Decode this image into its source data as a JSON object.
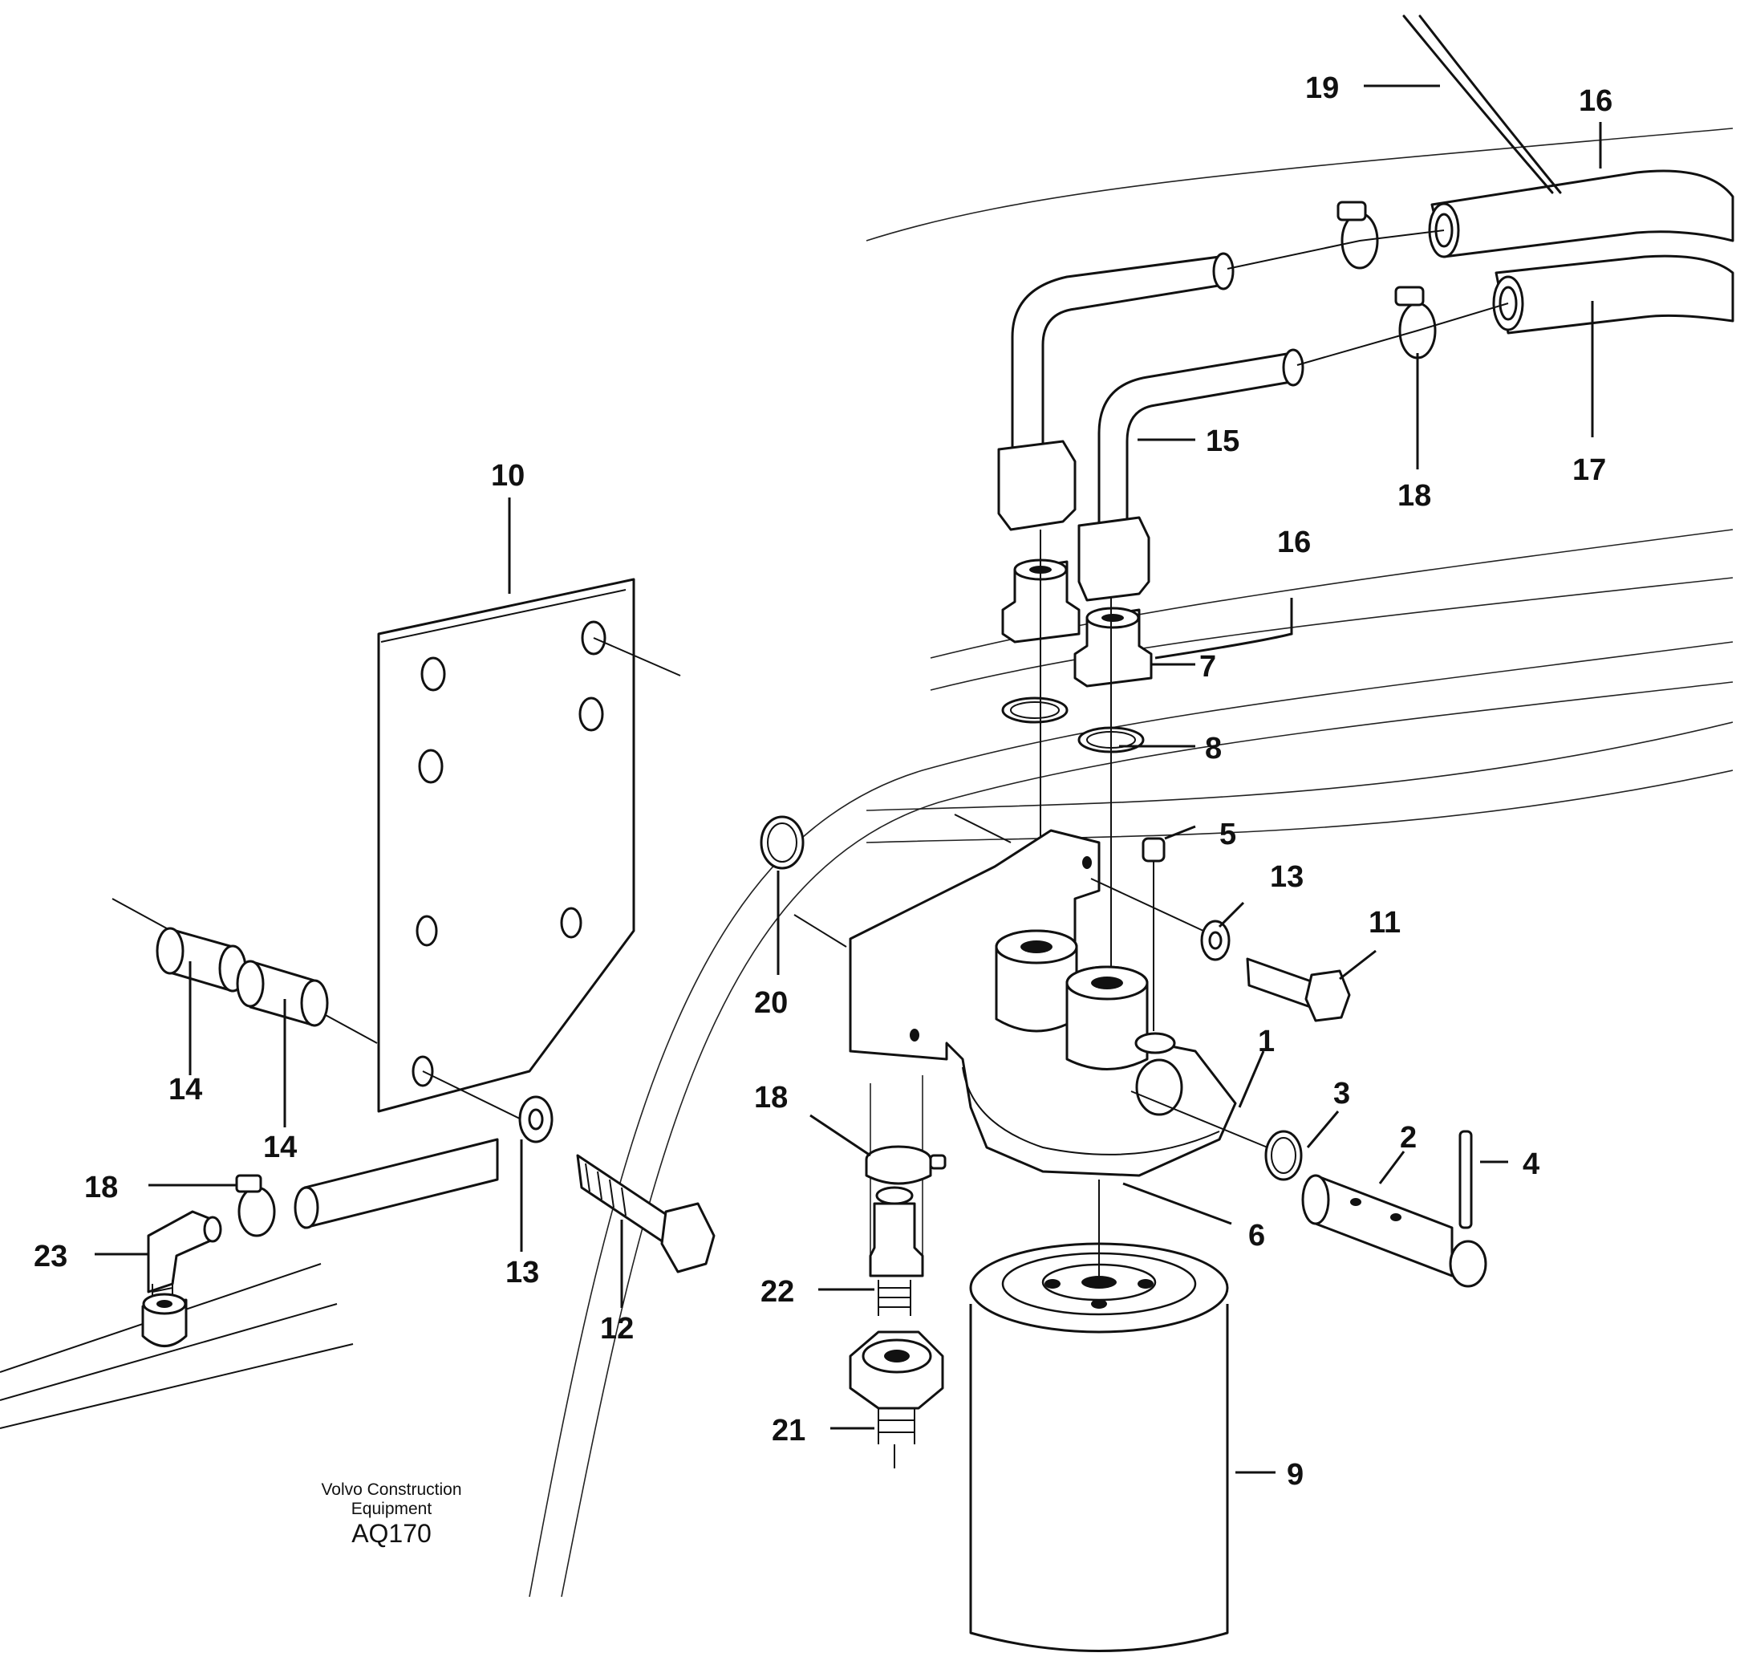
{
  "callouts": {
    "c1": "1",
    "c2": "2",
    "c3": "3",
    "c4": "4",
    "c5": "5",
    "c6": "6",
    "c7": "7",
    "c8": "8",
    "c9": "9",
    "c10": "10",
    "c11": "11",
    "c12": "12",
    "c13a": "13",
    "c13b": "13",
    "c14a": "14",
    "c14b": "14",
    "c15": "15",
    "c16a": "16",
    "c16b": "16",
    "c17": "17",
    "c18a": "18",
    "c18b": "18",
    "c18c": "18",
    "c19": "19",
    "c20": "20",
    "c21": "21",
    "c22": "22",
    "c23": "23"
  },
  "credit": {
    "line1": "Volvo Construction",
    "line2": "Equipment",
    "code": "AQ170"
  }
}
